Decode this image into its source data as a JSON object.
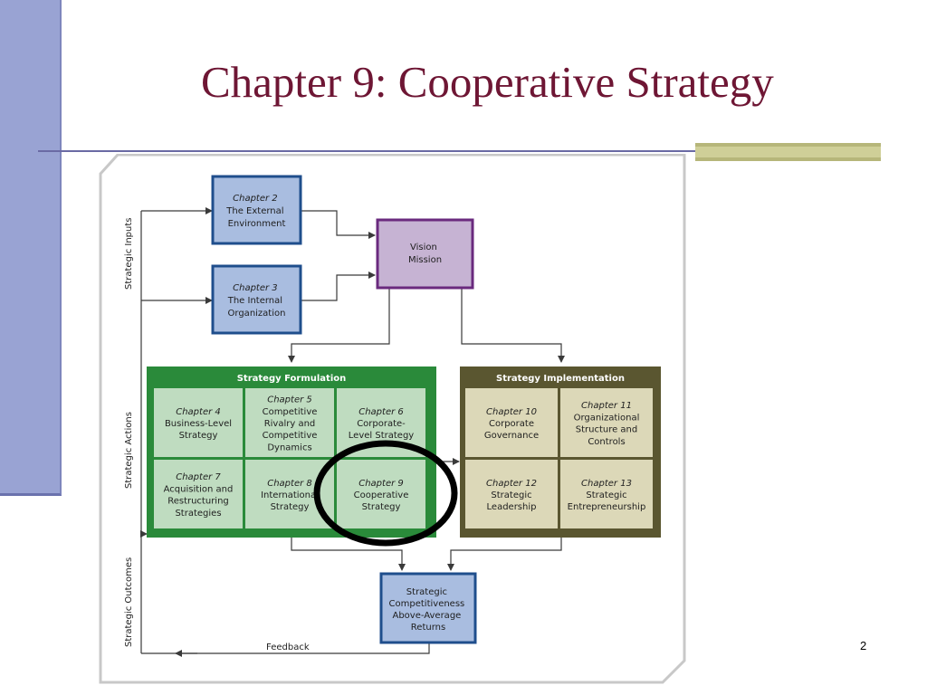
{
  "slide": {
    "title": "Chapter 9: Cooperative Strategy",
    "page_number": "2"
  },
  "diagram": {
    "side_labels": {
      "inputs": "Strategic Inputs",
      "actions": "Strategic Actions",
      "outcomes": "Strategic Outcomes"
    },
    "feedback": "Feedback",
    "inputs": {
      "ch2": [
        "Chapter 2",
        "The External",
        "Environment"
      ],
      "ch3": [
        "Chapter 3",
        "The Internal",
        "Organization"
      ]
    },
    "vision": [
      "Vision",
      "Mission"
    ],
    "formulation": {
      "header": "Strategy Formulation",
      "cells": [
        [
          "Chapter 4",
          "Business-Level",
          "Strategy"
        ],
        [
          "Chapter 5",
          "Competitive",
          "Rivalry and",
          "Competitive",
          "Dynamics"
        ],
        [
          "Chapter 6",
          "Corporate-",
          "Level Strategy"
        ],
        [
          "Chapter 7",
          "Acquisition and",
          "Restructuring",
          "Strategies"
        ],
        [
          "Chapter 8",
          "International",
          "Strategy"
        ],
        [
          "Chapter 9",
          "Cooperative",
          "Strategy"
        ]
      ]
    },
    "implementation": {
      "header": "Strategy Implementation",
      "cells": [
        [
          "Chapter 10",
          "Corporate",
          "Governance"
        ],
        [
          "Chapter 11",
          "Organizational",
          "Structure and",
          "Controls"
        ],
        [
          "Chapter 12",
          "Strategic",
          "Leadership"
        ],
        [
          "Chapter 13",
          "Strategic",
          "Entrepreneurship"
        ]
      ]
    },
    "outcomes": [
      "Strategic",
      "Competitiveness",
      "Above-Average",
      "Returns"
    ],
    "colors": {
      "input_fill": "#a9bde0",
      "input_border": "#1f4e8c",
      "vision_fill": "#c6b3d3",
      "vision_border": "#6a2a7e",
      "formulation_frame": "#2a8a3a",
      "formulation_cell": "#bfdcc0",
      "implementation_frame": "#5a5630",
      "implementation_cell": "#dcd8b8",
      "outcome_fill": "#a9bde0",
      "outcome_border": "#1f4e8c"
    }
  }
}
